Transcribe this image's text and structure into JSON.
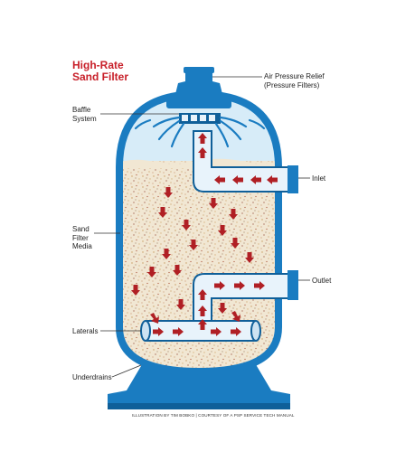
{
  "title": {
    "line1": "High-Rate",
    "line2": "Sand Filter"
  },
  "labels": {
    "air_relief_line1": "Air Pressure Relief",
    "air_relief_line2": "(Pressure Filters)",
    "baffle_line1": "Baffle",
    "baffle_line2": "System",
    "sand_line1": "Sand",
    "sand_line2": "Filter",
    "sand_line3": "Media",
    "inlet": "Inlet",
    "outlet": "Outlet",
    "laterals": "Laterals",
    "underdrains": "Underdrains"
  },
  "credit": "ILLUSTRATION BY TIM BOBKO | COURTESY OF A PSP SERVICE TECH MANUAL",
  "colors": {
    "tank": "#1a7cc1",
    "tank_dark": "#0f5f99",
    "water": "#d7ecf8",
    "sand": "#f1e7d3",
    "pipe": "#e8f3fb",
    "arrow": "#b01f24",
    "title": "#c8202a"
  }
}
